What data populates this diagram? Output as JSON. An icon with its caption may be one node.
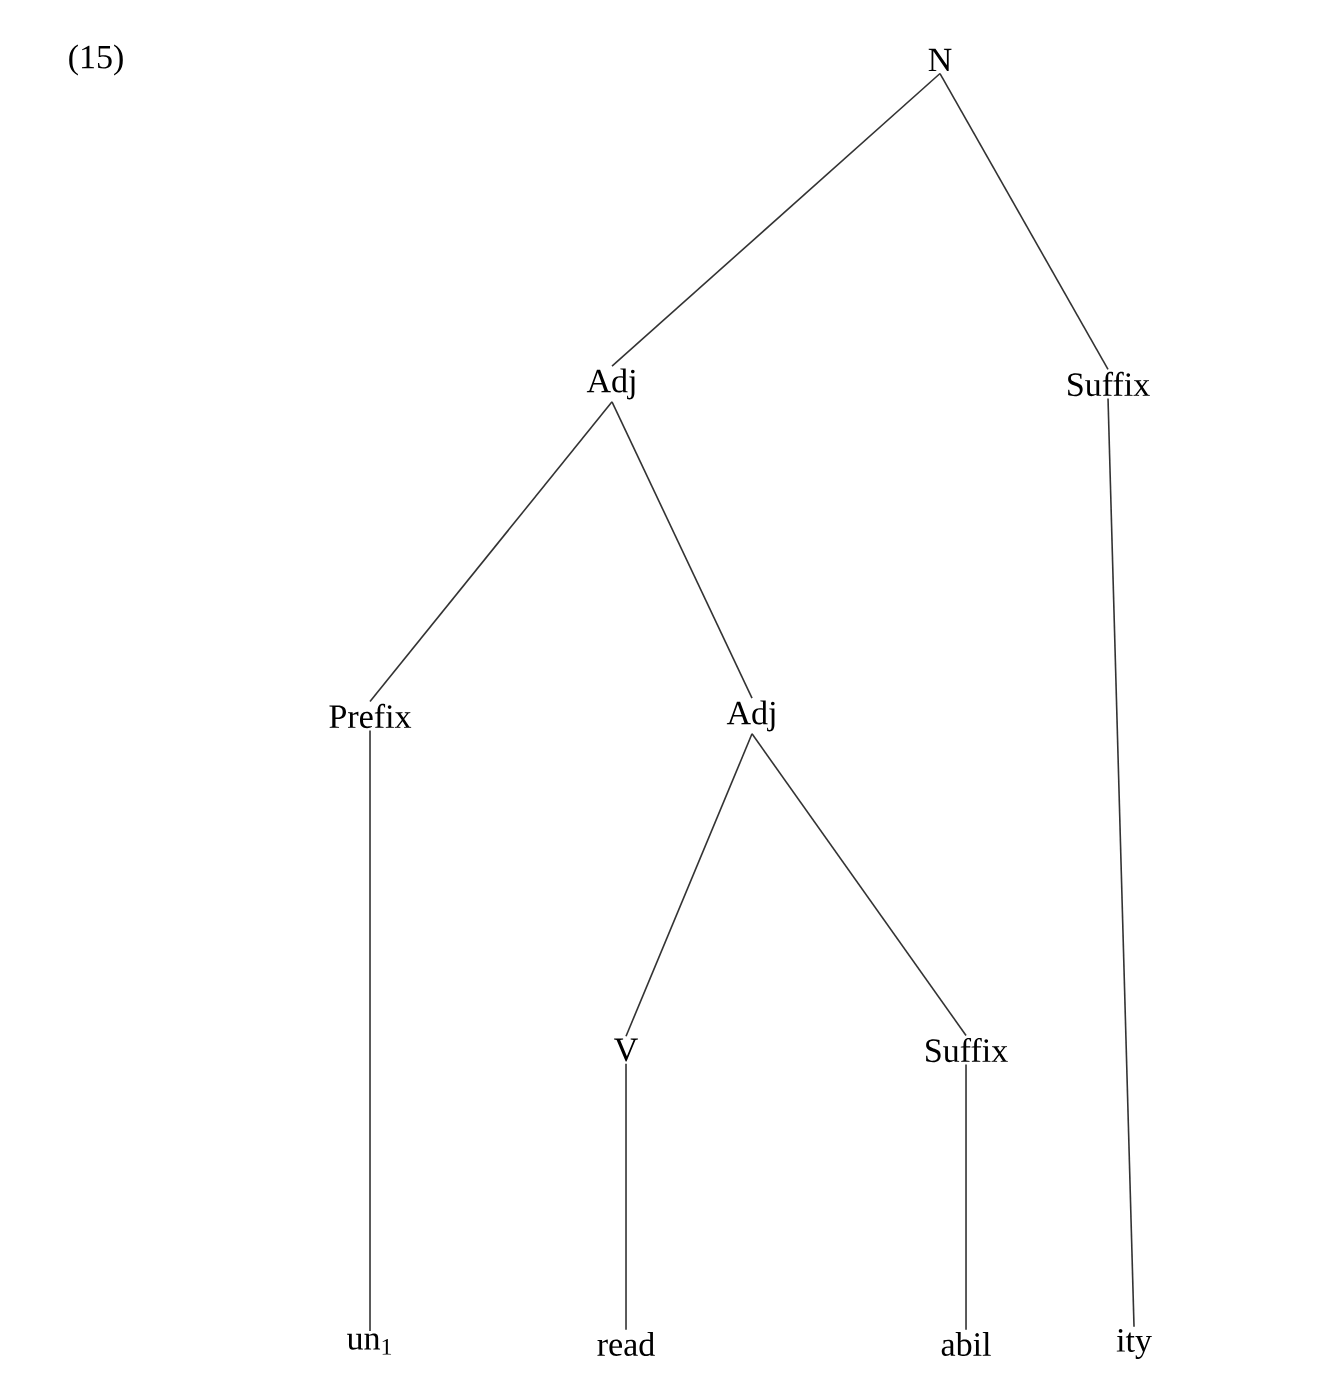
{
  "diagram": {
    "nodes": [
      {
        "text": [
          "N"
        ]
      },
      {
        "text": [
          "Adj"
        ]
      },
      {
        "text": [
          "Suffix"
        ]
      },
      {
        "text": [
          "Prefix"
        ]
      },
      {
        "text": [
          "Adj"
        ]
      },
      {
        "text": [
          "V"
        ]
      },
      {
        "text": [
          "Suffix"
        ]
      },
      {
        "text": [
          "un$_{1}$"
        ]
      },
      {
        "text": [
          "read"
        ]
      },
      {
        "text": [
          "abil"
        ]
      },
      {
        "text": [
          "ity"
        ]
      }
    ],
    "edges": [
      {
        "from": 0,
        "to": 1,
        "arrow": "none"
      },
      {
        "from": 0,
        "to": 2,
        "arrow": "none"
      },
      {
        "from": 1,
        "to": 3,
        "arrow": "none"
      },
      {
        "from": 1,
        "to": 4,
        "arrow": "none"
      },
      {
        "from": 4,
        "to": 5,
        "arrow": "none"
      },
      {
        "from": 4,
        "to": 6,
        "arrow": "none"
      },
      {
        "from": 3,
        "to": 7,
        "arrow": "none"
      },
      {
        "from": 5,
        "to": 8,
        "arrow": "none"
      },
      {
        "from": 6,
        "to": 9,
        "arrow": "none"
      },
      {
        "from": 2,
        "to": 10,
        "arrow": "none"
      }
    ],
    "labels": [
      "(15)"
    ]
  }
}
